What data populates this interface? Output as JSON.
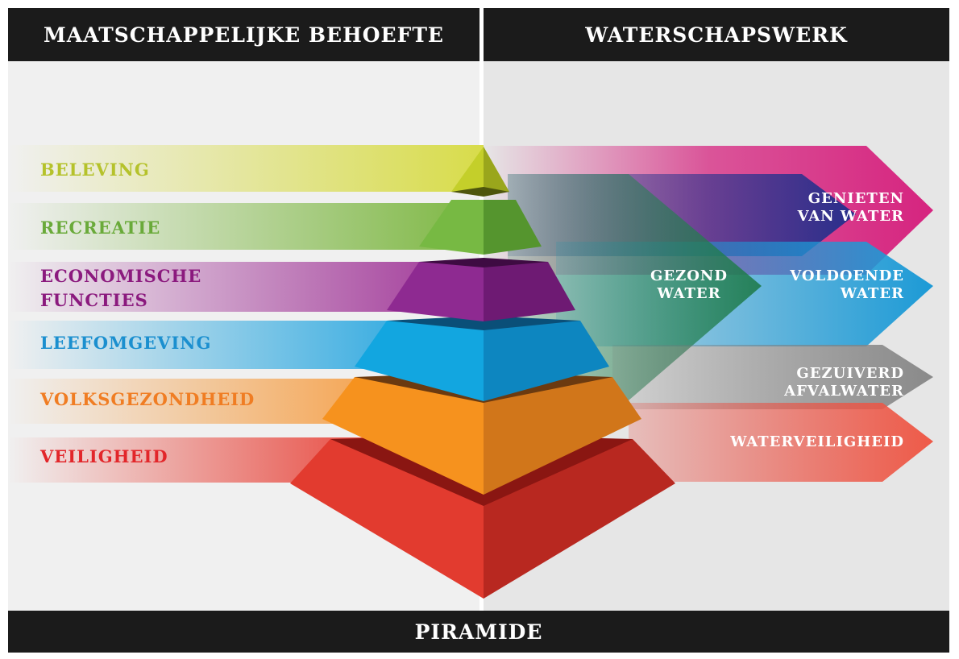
{
  "header": {
    "left_title": "MAATSCHAPPELIJKE BEHOEFTE",
    "right_title": "WATERSCHAPSWERK"
  },
  "footer": {
    "title": "PIRAMIDE"
  },
  "needs": [
    {
      "label": "BELEVING",
      "color": "#b5c22b"
    },
    {
      "label": "RECREATIE",
      "color": "#6aaa3a"
    },
    {
      "label": "ECONOMISCHE\nFUNCTIES",
      "color": "#8b1a7e"
    },
    {
      "label": "LEEFOMGEVING",
      "color": "#1b8fcf"
    },
    {
      "label": "VOLKSGEZONDHEID",
      "color": "#f07d23"
    },
    {
      "label": "VEILIGHEID",
      "color": "#e2262a"
    }
  ],
  "work": [
    {
      "label": "GENIETEN\nVAN WATER",
      "color": "#d6247f"
    },
    {
      "label": "GEZOND\nWATER",
      "color": "#2e8a5a"
    },
    {
      "label": "VOLDOENDE\nWATER",
      "color": "#1c9ad6"
    },
    {
      "label": "GEZUIVERD\nAFVALWATER",
      "color": "#8c8c8c"
    },
    {
      "label": "WATERVEILIGHEID",
      "color": "#e8463c"
    }
  ]
}
